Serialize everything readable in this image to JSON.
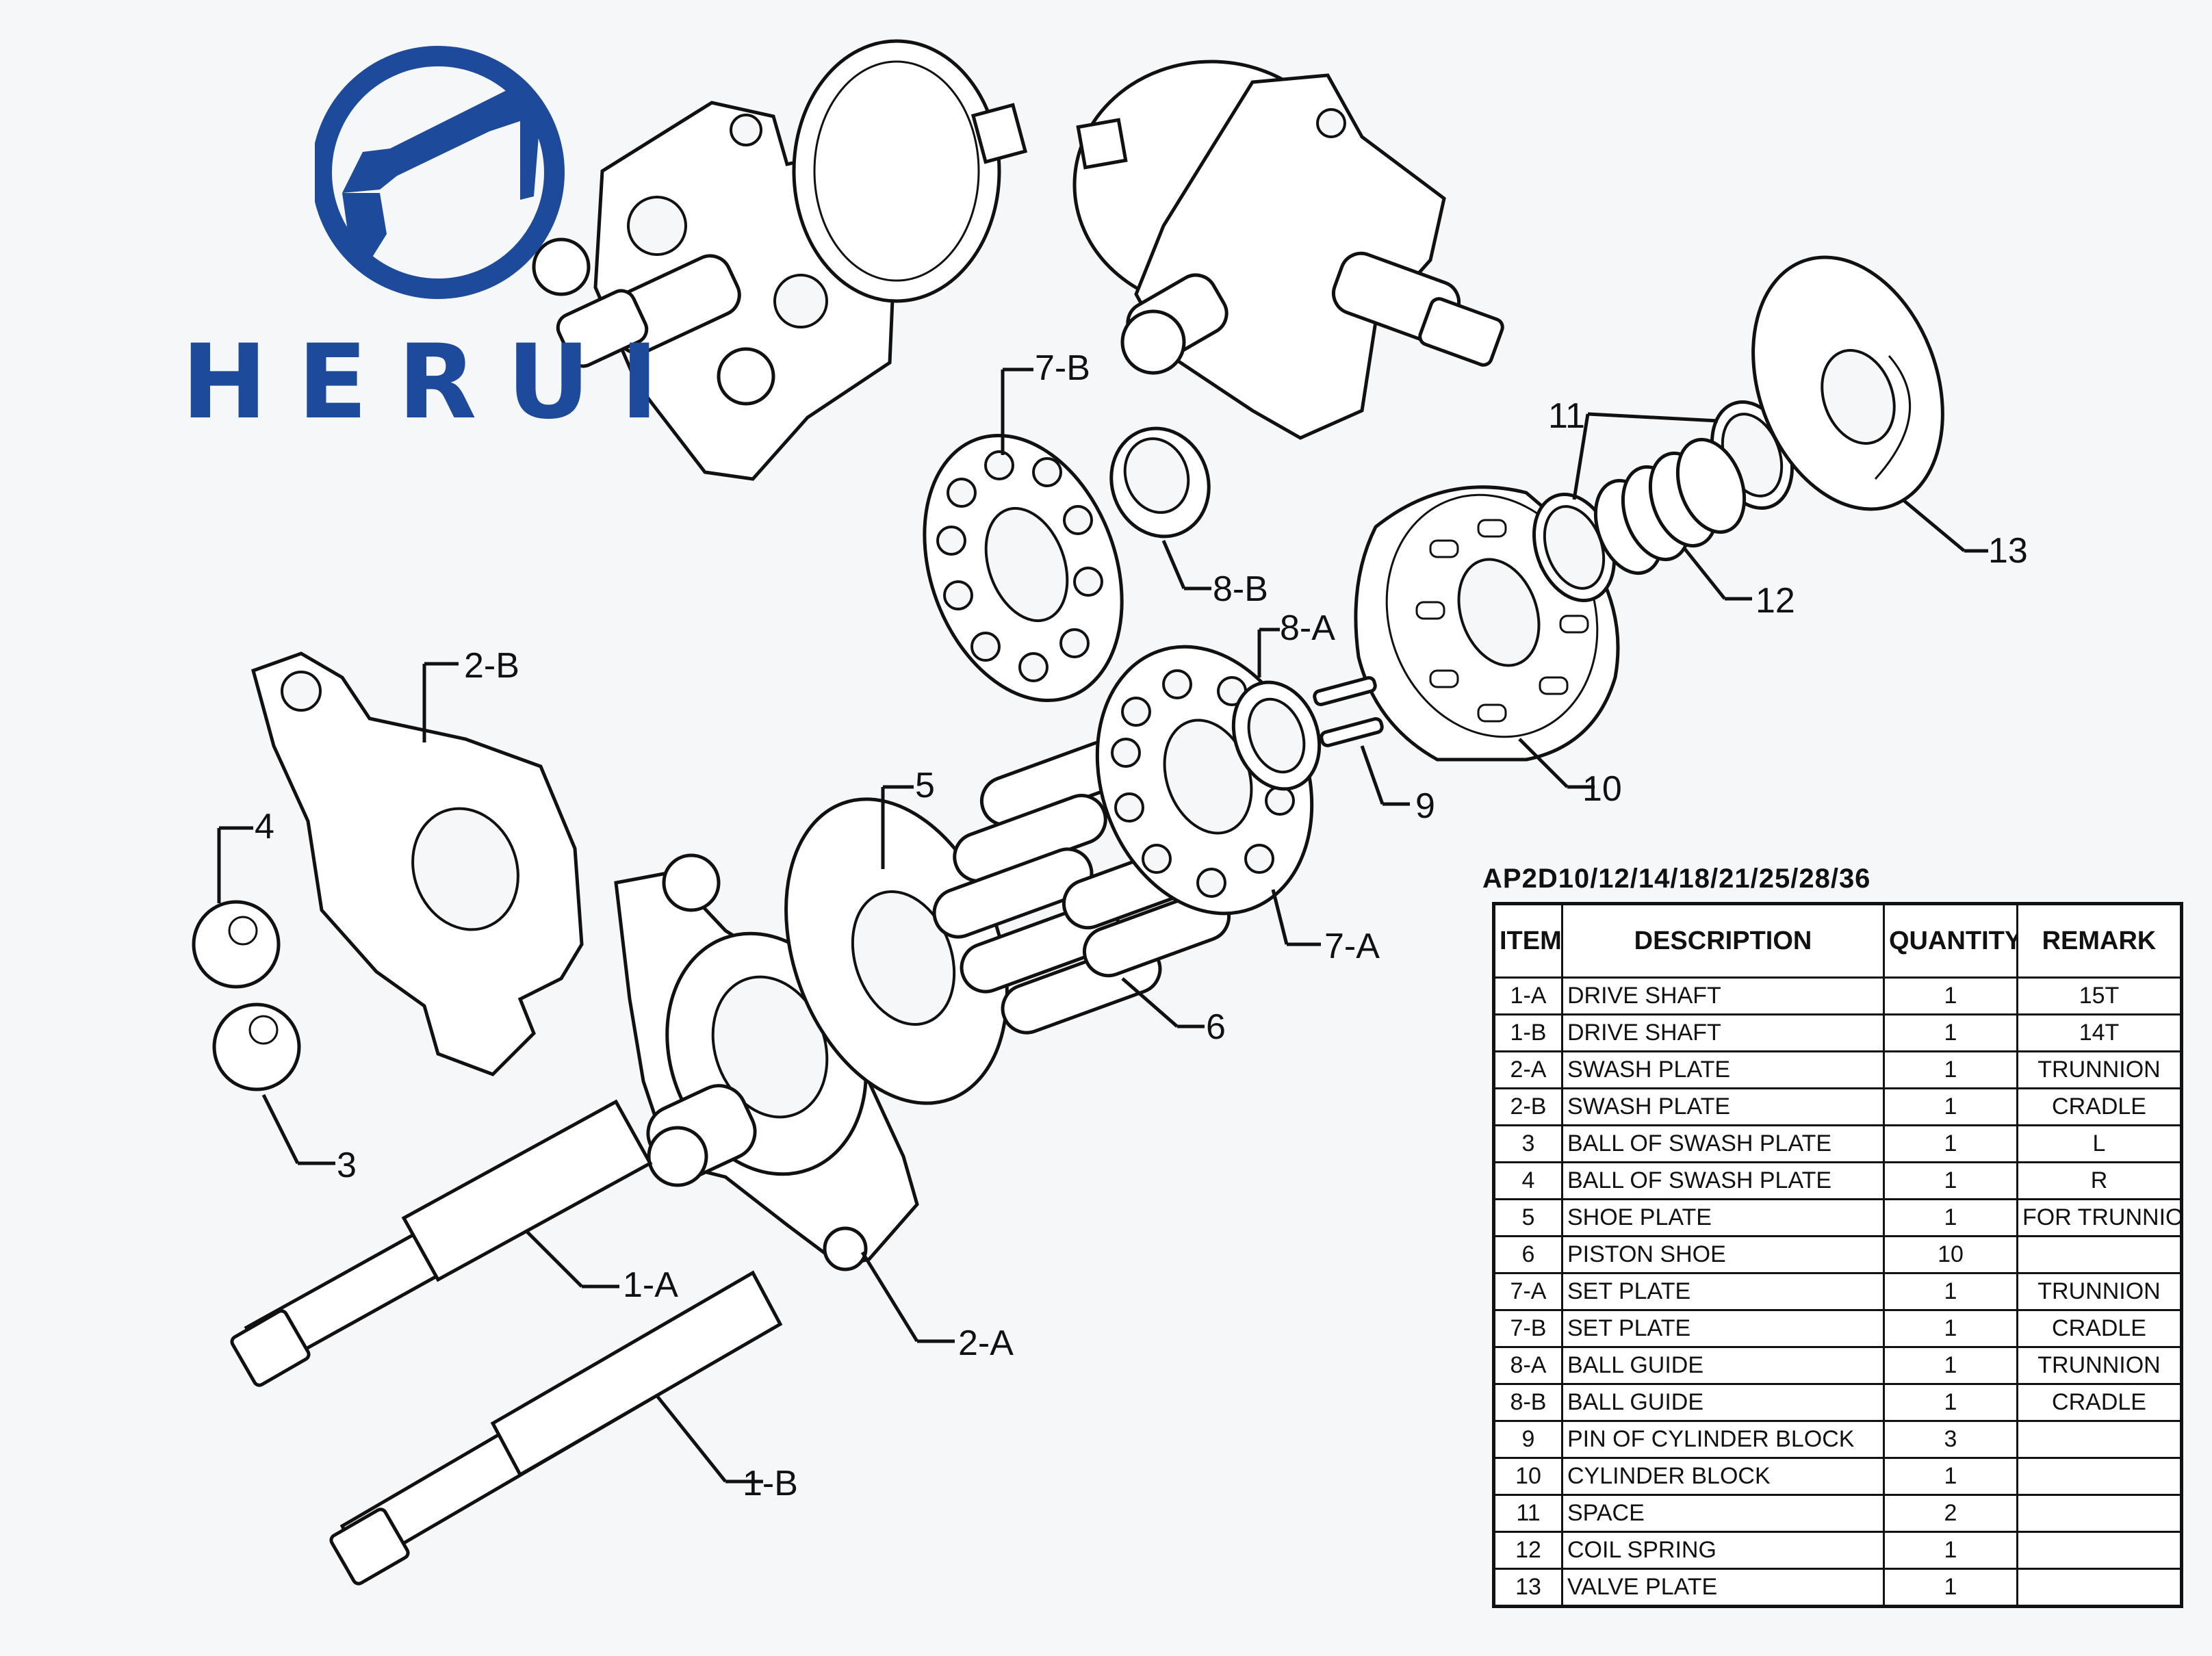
{
  "logo": {
    "brand_text": "HERUI",
    "color": "#1e4a9b",
    "icon": "excavator-circle-icon"
  },
  "diagram": {
    "callouts": {
      "1A": "1-A",
      "1B": "1-B",
      "2A": "2-A",
      "2B": "2-B",
      "3": "3",
      "4": "4",
      "5": "5",
      "6": "6",
      "7A": "7-A",
      "7B": "7-B",
      "8A": "8-A",
      "8B": "8-B",
      "9": "9",
      "10": "10",
      "11": "11",
      "12": "12",
      "13": "13"
    }
  },
  "table": {
    "title": "AP2D10/12/14/18/21/25/28/36",
    "headers": {
      "item": "ITEM",
      "description": "DESCRIPTION",
      "quantity": "QUANTITY",
      "remark": "REMARK"
    },
    "rows": [
      {
        "item": "1-A",
        "description": "DRIVE SHAFT",
        "quantity": "1",
        "remark": "15T"
      },
      {
        "item": "1-B",
        "description": "DRIVE SHAFT",
        "quantity": "1",
        "remark": "14T"
      },
      {
        "item": "2-A",
        "description": "SWASH PLATE",
        "quantity": "1",
        "remark": "TRUNNION"
      },
      {
        "item": "2-B",
        "description": "SWASH PLATE",
        "quantity": "1",
        "remark": "CRADLE"
      },
      {
        "item": "3",
        "description": "BALL OF SWASH PLATE",
        "quantity": "1",
        "remark": "L"
      },
      {
        "item": "4",
        "description": "BALL OF SWASH PLATE",
        "quantity": "1",
        "remark": "R"
      },
      {
        "item": "5",
        "description": "SHOE PLATE",
        "quantity": "1",
        "remark": "FOR TRUNNION"
      },
      {
        "item": "6",
        "description": "PISTON SHOE",
        "quantity": "10",
        "remark": ""
      },
      {
        "item": "7-A",
        "description": "SET PLATE",
        "quantity": "1",
        "remark": "TRUNNION"
      },
      {
        "item": "7-B",
        "description": "SET PLATE",
        "quantity": "1",
        "remark": "CRADLE"
      },
      {
        "item": "8-A",
        "description": "BALL GUIDE",
        "quantity": "1",
        "remark": "TRUNNION"
      },
      {
        "item": "8-B",
        "description": "BALL GUIDE",
        "quantity": "1",
        "remark": "CRADLE"
      },
      {
        "item": "9",
        "description": "PIN OF CYLINDER BLOCK",
        "quantity": "3",
        "remark": ""
      },
      {
        "item": "10",
        "description": "CYLINDER BLOCK",
        "quantity": "1",
        "remark": ""
      },
      {
        "item": "11",
        "description": "SPACE",
        "quantity": "2",
        "remark": ""
      },
      {
        "item": "12",
        "description": "COIL SPRING",
        "quantity": "1",
        "remark": ""
      },
      {
        "item": "13",
        "description": "VALVE PLATE",
        "quantity": "1",
        "remark": ""
      }
    ]
  }
}
